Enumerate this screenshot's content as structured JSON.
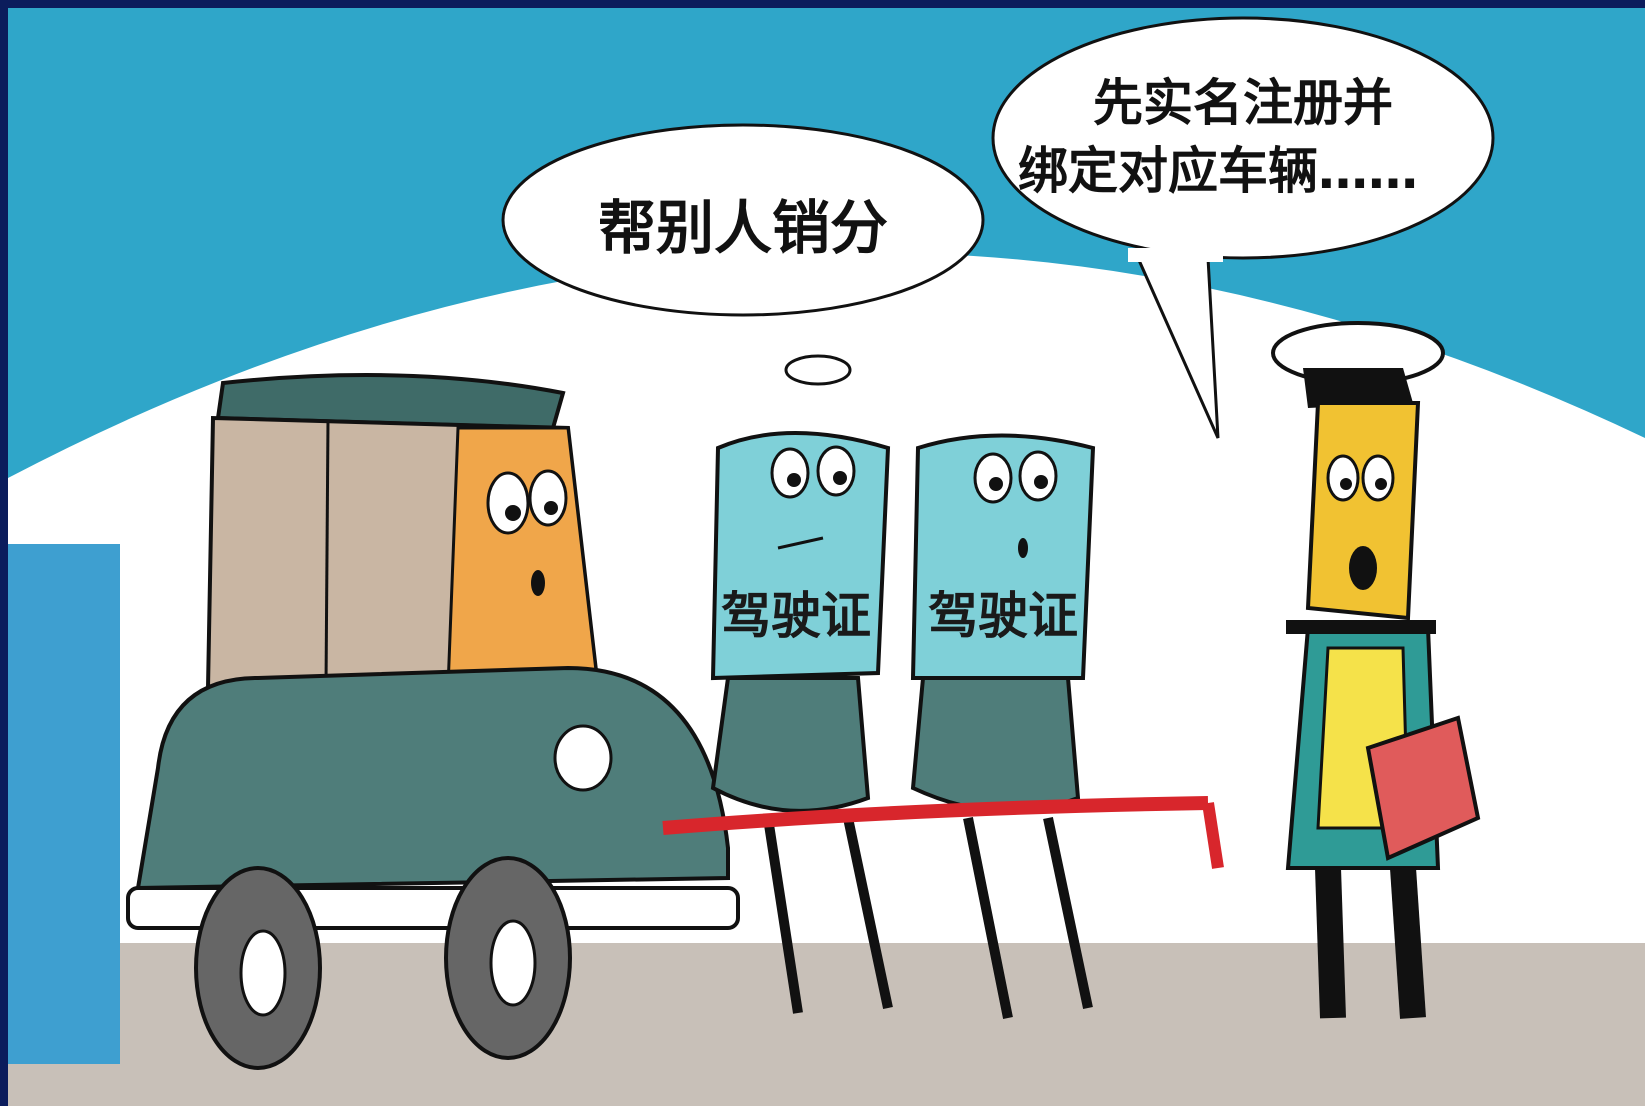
{
  "bubbles": {
    "left_text": "帮别人销分",
    "right_line1": "先实名注册并",
    "right_line2": "绑定对应车辆……"
  },
  "cards": {
    "left_label": "驾驶证",
    "right_label": "驾驶证"
  },
  "colors": {
    "frame": "#0b1c5c",
    "sky": "#2fa6c9",
    "ground": "#c8c0b8",
    "car_body": "#4f7d7a",
    "rope": "#d8262c",
    "card": "#7fd0d8"
  }
}
